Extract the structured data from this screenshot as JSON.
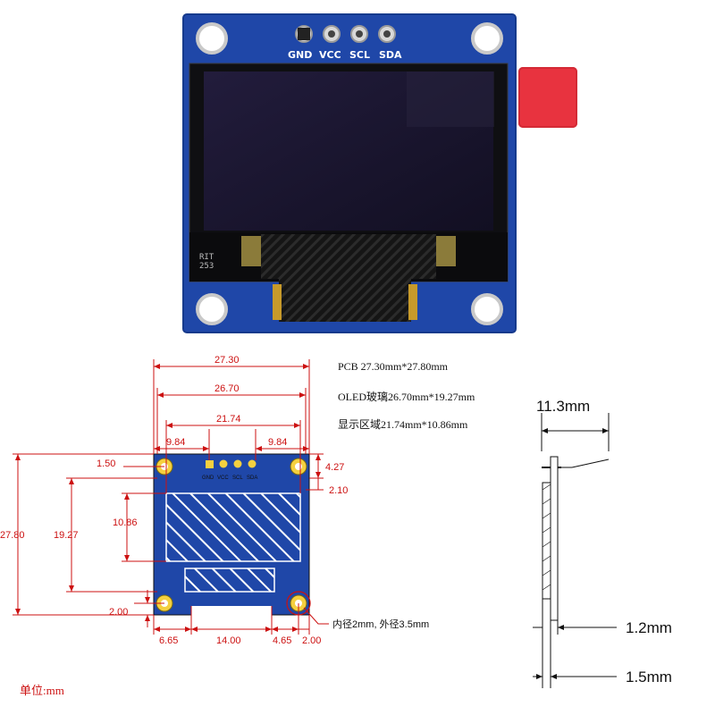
{
  "photo": {
    "header_pins": [
      "GND",
      "VCC",
      "SCL",
      "SDA"
    ],
    "fpc_marking": [
      "RIT",
      "253"
    ]
  },
  "specs": {
    "pcb": "PCB 27.30mm*27.80mm",
    "oled_glass": "OLED玻璃26.70mm*19.27mm",
    "display_area": "显示区域21.74mm*10.86mm"
  },
  "drawing": {
    "pcb_width": "27.30",
    "glass_width": "26.70",
    "display_width": "21.74",
    "pin_offset_left": "9.84",
    "pin_offset_right": "9.84",
    "hole_offset_top": "1.50",
    "pin_header_height": "4.27",
    "glass_top_offset": "2.10",
    "pcb_height": "27.80",
    "glass_height": "19.27",
    "display_height": "10.86",
    "hole_offset_bottom": "2.00",
    "bottom_left": "6.65",
    "bottom_center": "14.00",
    "bottom_right": "4.65",
    "bottom_edge": "2.00",
    "pin_labels": [
      "GND",
      "VCC",
      "SCL",
      "SDA"
    ],
    "hole_note": "内径2mm, 外径3.5mm",
    "unit_label": "单位:mm"
  },
  "side_view": {
    "total_thickness": "11.3mm",
    "pcb_thickness": "1.2mm",
    "glass_thickness": "1.5mm"
  },
  "colors": {
    "pcb_blue": "#1f47a8",
    "screen_dark": "#1a1630",
    "dim_red": "#cc1111",
    "tape_red": "#e8333f"
  }
}
